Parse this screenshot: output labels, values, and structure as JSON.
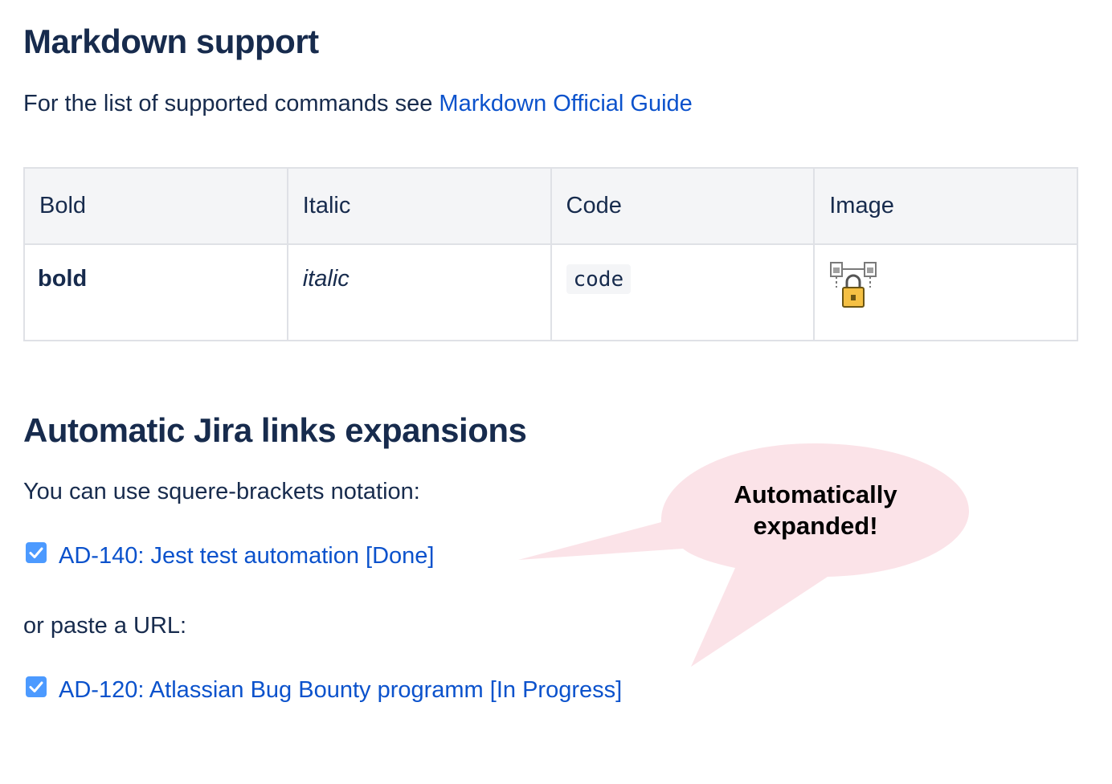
{
  "markdown_section": {
    "title": "Markdown support",
    "intro_text": "For the list of supported commands see ",
    "guide_link": "Markdown Official Guide",
    "table": {
      "headers": [
        "Bold",
        "Italic",
        "Code",
        "Image"
      ],
      "row": {
        "bold": "bold",
        "italic": "italic",
        "code": "code",
        "image_icon": "locked-image-icon"
      }
    }
  },
  "jira_section": {
    "title": "Automatic Jira links expansions",
    "squere_text": "You can use squere-brackets notation:",
    "link_1": "AD-140: Jest test automation [Done]",
    "url_text": "or paste a URL:",
    "link_2": "AD-120: Atlassian Bug Bounty programm [In Progress]",
    "checkbox_icon": "checkbox-checked-icon"
  },
  "callout": {
    "line_1": "Automatically",
    "line_2": "expanded!"
  },
  "colors": {
    "text": "#172b4d",
    "link": "#0b52cc",
    "table_border": "#dfe1e6",
    "table_header_bg": "#f4f5f7",
    "checkbox": "#4c9aff",
    "callout_bg": "#fbe3e8"
  }
}
